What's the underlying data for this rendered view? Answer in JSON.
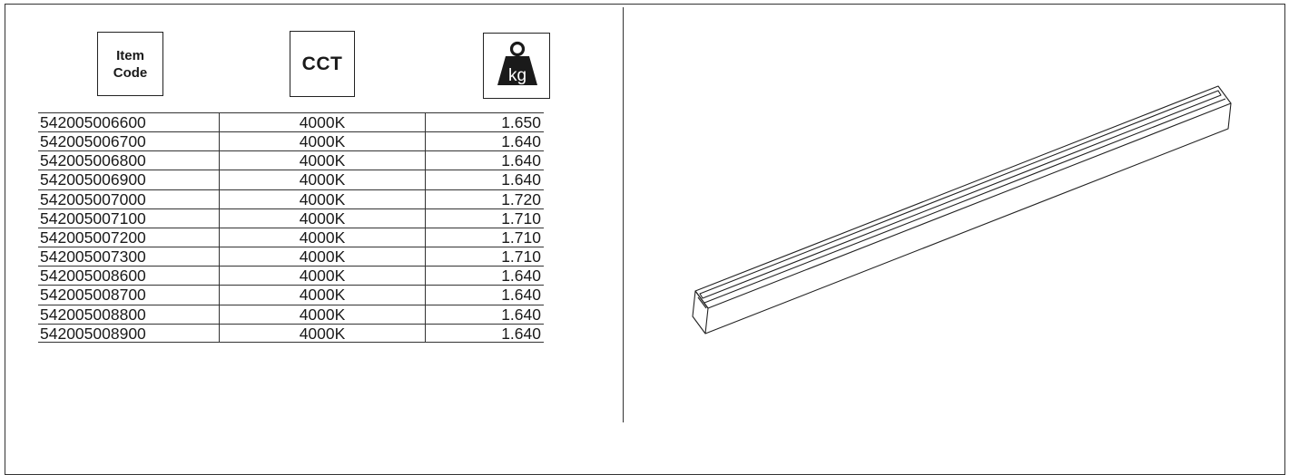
{
  "header": {
    "item_code_line1": "Item",
    "item_code_line2": "Code",
    "cct": "CCT",
    "weight_icon_text": "kg",
    "weight_icon": "weight-kg-icon"
  },
  "rows": [
    {
      "code": "542005006600",
      "cct": "4000K",
      "weight": "1.650"
    },
    {
      "code": "542005006700",
      "cct": "4000K",
      "weight": "1.640"
    },
    {
      "code": "542005006800",
      "cct": "4000K",
      "weight": "1.640"
    },
    {
      "code": "542005006900",
      "cct": "4000K",
      "weight": "1.640"
    },
    {
      "code": "542005007000",
      "cct": "4000K",
      "weight": "1.720"
    },
    {
      "code": "542005007100",
      "cct": "4000K",
      "weight": "1.710"
    },
    {
      "code": "542005007200",
      "cct": "4000K",
      "weight": "1.710"
    },
    {
      "code": "542005007300",
      "cct": "4000K",
      "weight": "1.710"
    },
    {
      "code": "542005008600",
      "cct": "4000K",
      "weight": "1.640"
    },
    {
      "code": "542005008700",
      "cct": "4000K",
      "weight": "1.640"
    },
    {
      "code": "542005008800",
      "cct": "4000K",
      "weight": "1.640"
    },
    {
      "code": "542005008900",
      "cct": "4000K",
      "weight": "1.640"
    }
  ],
  "illustration": {
    "icon": "linear-profile-drawing"
  }
}
